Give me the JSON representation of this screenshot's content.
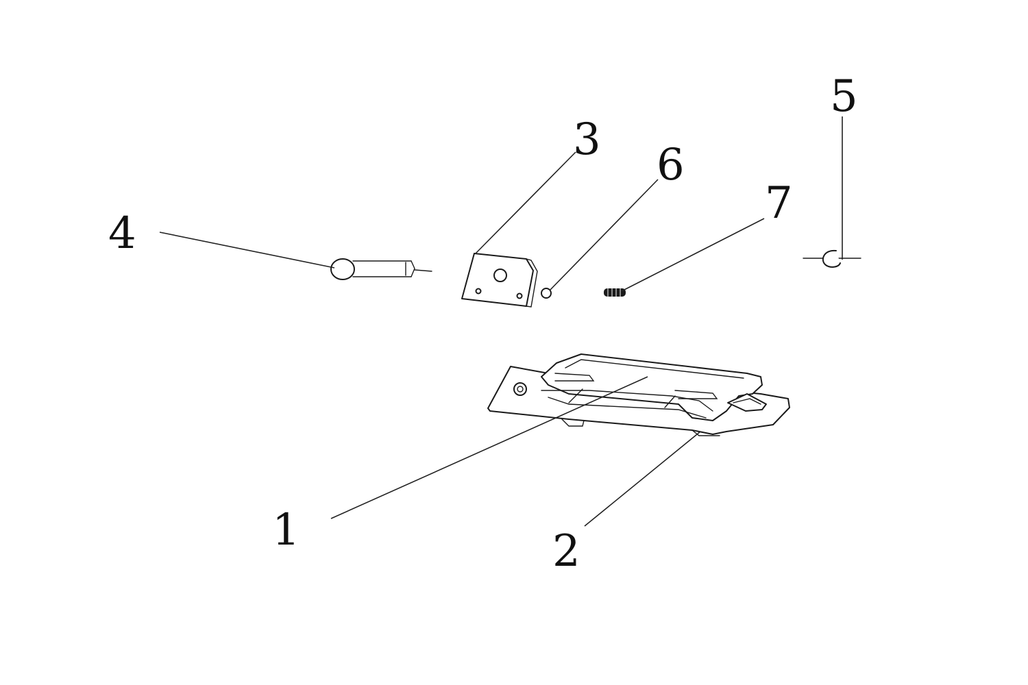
{
  "diagram": {
    "callouts": [
      "1",
      "2",
      "3",
      "4",
      "5",
      "6",
      "7"
    ]
  },
  "colors": {
    "background": "#ffffff",
    "line": "#1a1a1a"
  }
}
